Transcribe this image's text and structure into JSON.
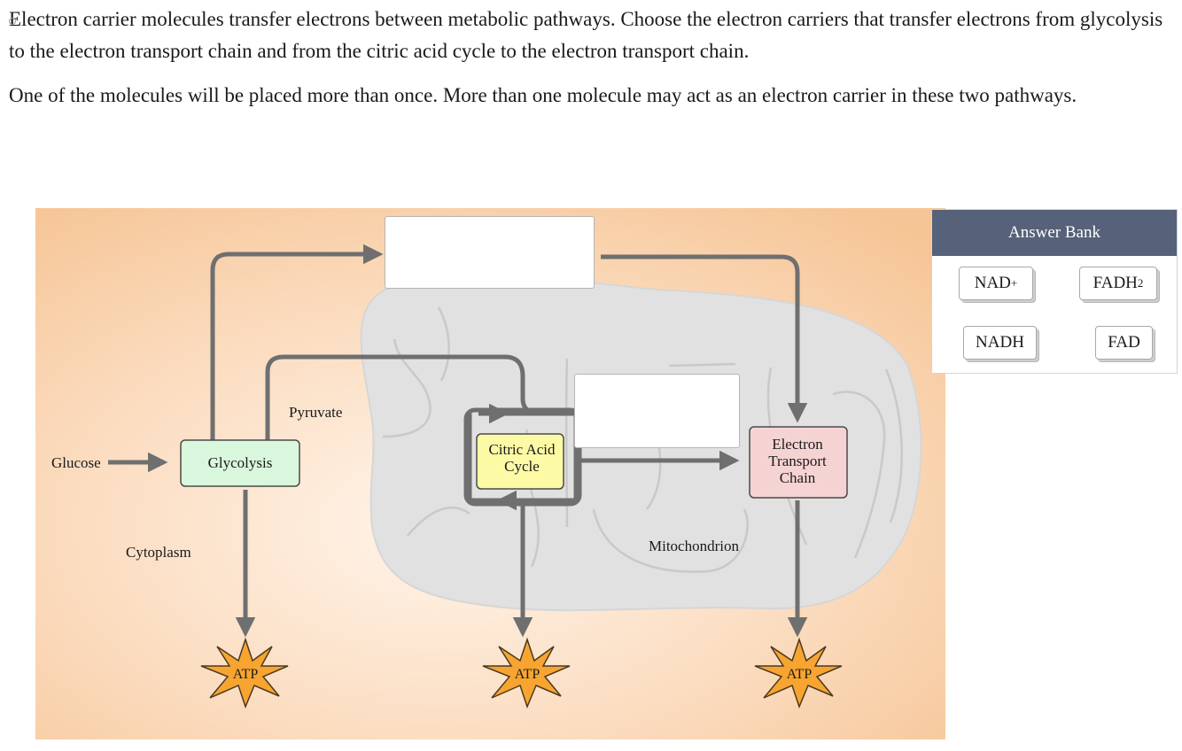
{
  "question": {
    "paragraph1": "Electron carrier molecules transfer electrons between metabolic pathways. Choose the electron carriers that transfer electrons from glycolysis to the electron transport chain and from the citric acid cycle to the electron transport chain.",
    "paragraph2": "One of the molecules will be placed more than once. More than one molecule may act as an electron carrier in these two pathways."
  },
  "diagram": {
    "labels": {
      "glucose": "Glucose",
      "glycolysis": "Glycolysis",
      "pyruvate": "Pyruvate",
      "cytoplasm": "Cytoplasm",
      "citric_line1": "Citric Acid",
      "citric_line2": "Cycle",
      "etc_line1": "Electron",
      "etc_line2": "Transport",
      "etc_line3": "Chain",
      "mitochondrion": "Mitochondrion",
      "atp": "ATP"
    },
    "colors": {
      "glycolysis_fill": "#d9f7dc",
      "citric_fill": "#fdfaa6",
      "etc_fill": "#f6d3d3",
      "atp_fill": "#f7a530",
      "arrow": "#6f6f6f",
      "mitochondrion": "#e2e2e2"
    }
  },
  "answer_bank": {
    "title": "Answer Bank",
    "items": [
      {
        "base": "NAD",
        "sup": "+",
        "sub": ""
      },
      {
        "base": "FADH",
        "sup": "",
        "sub": "2"
      },
      {
        "base": "NADH",
        "sup": "",
        "sub": ""
      },
      {
        "base": "FAD",
        "sup": "",
        "sub": ""
      }
    ]
  }
}
